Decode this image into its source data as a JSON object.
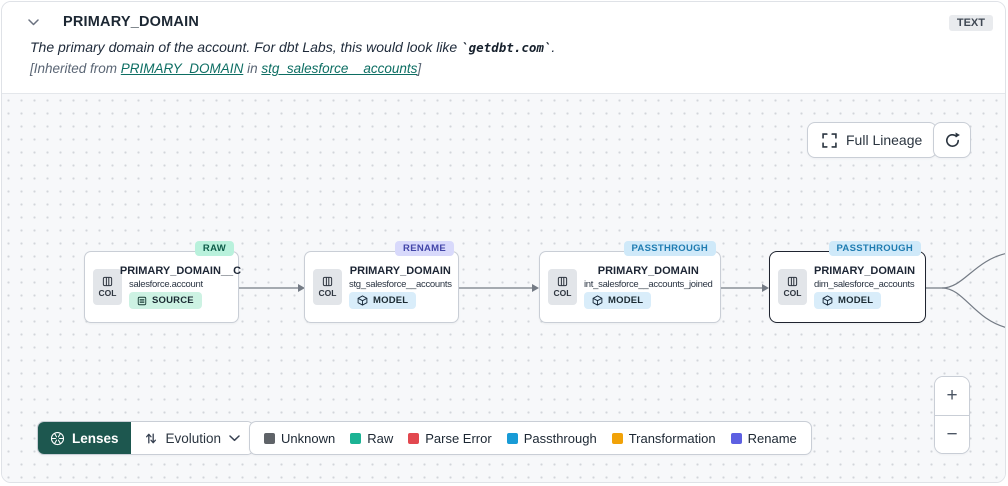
{
  "header": {
    "title": "PRIMARY_DOMAIN",
    "type_badge": "TEXT",
    "description_prefix": "The primary domain of the account. For dbt Labs, this would look like ",
    "description_code": "`getdbt.com`",
    "description_suffix": ".",
    "inherited": {
      "prefix": "[Inherited from ",
      "column_link": "PRIMARY_DOMAIN",
      "middle": " in ",
      "model_link": "stg_salesforce__accounts",
      "suffix": "]"
    }
  },
  "toolbar": {
    "full_lineage": "Full Lineage"
  },
  "labels": {
    "col": "COL"
  },
  "nodes": [
    {
      "name": "PRIMARY_DOMAIN__C",
      "model": "salesforce.account",
      "kind": "SOURCE",
      "badge": "RAW"
    },
    {
      "name": "PRIMARY_DOMAIN",
      "model": "stg_salesforce__accounts",
      "kind": "MODEL",
      "badge": "RENAME"
    },
    {
      "name": "PRIMARY_DOMAIN",
      "model": "int_salesforce__accounts_joined",
      "kind": "MODEL",
      "badge": "PASSTHROUGH"
    },
    {
      "name": "PRIMARY_DOMAIN",
      "model": "dim_salesforce_accounts",
      "kind": "MODEL",
      "badge": "PASSTHROUGH"
    }
  ],
  "badge_styles": {
    "raw": {
      "bg": "#b9f1dc",
      "fg": "#0e5c49"
    },
    "rename": {
      "bg": "#d8d9fb",
      "fg": "#4245a8"
    },
    "passthrough": {
      "bg": "#cfe9f9",
      "fg": "#1f7cb1"
    }
  },
  "lenses": {
    "label": "Lenses",
    "selected_lens": "Evolution"
  },
  "legend": [
    {
      "label": "Unknown",
      "color": "#5f6368"
    },
    {
      "label": "Raw",
      "color": "#1bb394"
    },
    {
      "label": "Parse Error",
      "color": "#e2484f"
    },
    {
      "label": "Passthrough",
      "color": "#189bd6"
    },
    {
      "label": "Transformation",
      "color": "#f1a208"
    },
    {
      "label": "Rename",
      "color": "#5d60e2"
    }
  ],
  "zoom": {
    "zoom_in": "+",
    "zoom_out": "−"
  },
  "colors": {
    "lenses_bg": "#1d574f",
    "link": "#0d6e63",
    "canvas_bg": "#f7f8fa"
  }
}
